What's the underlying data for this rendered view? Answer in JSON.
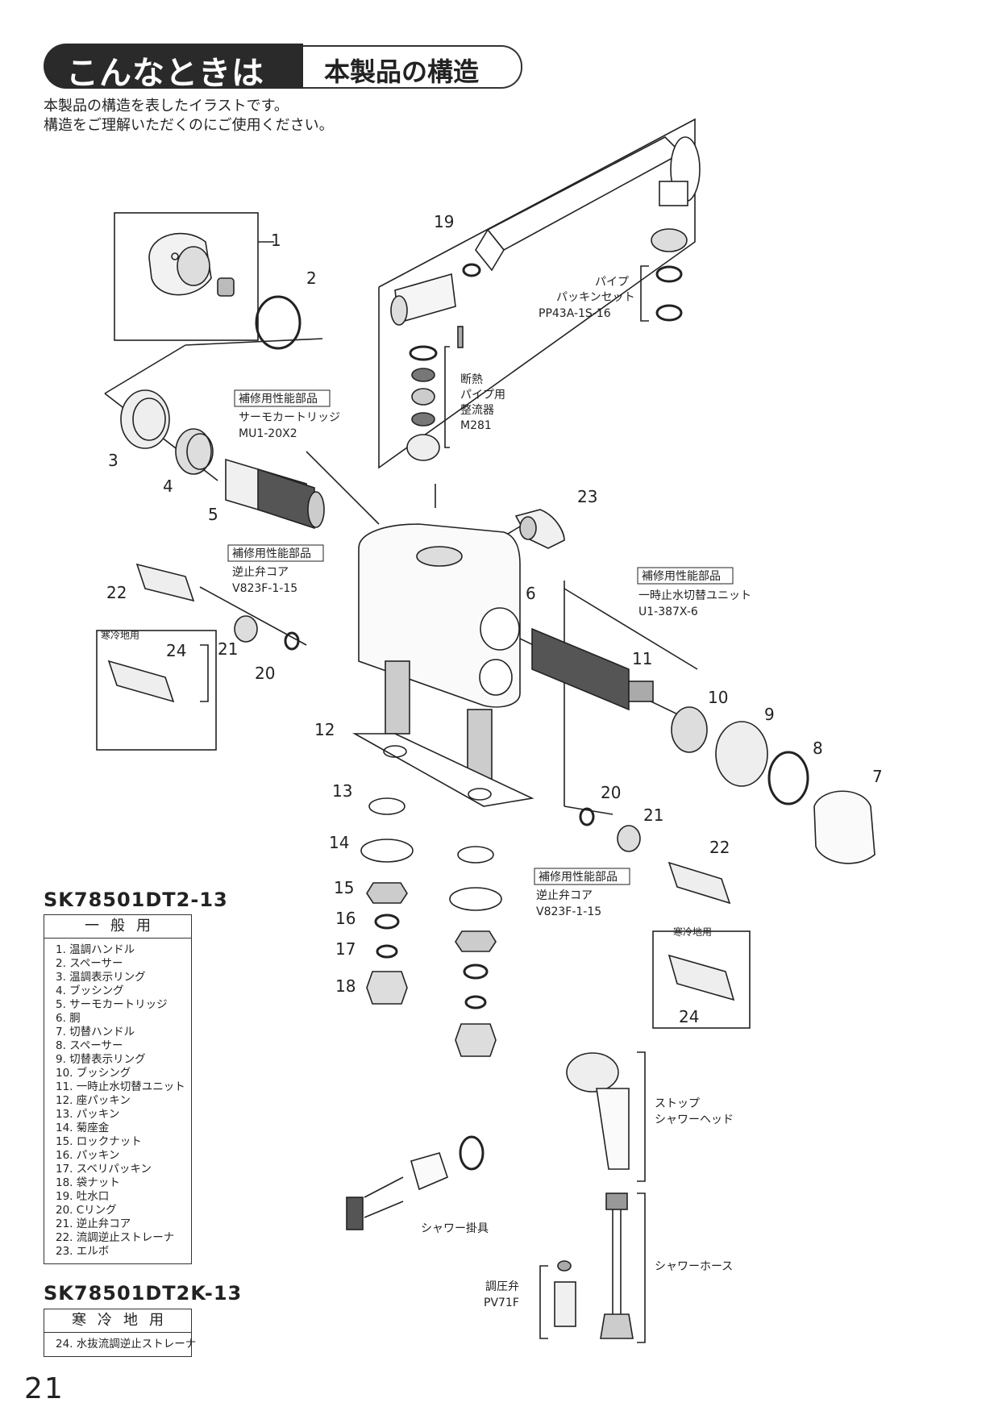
{
  "header": {
    "section": "こんなときは",
    "title": "本製品の構造"
  },
  "intro": {
    "line1": "本製品の構造を表したイラストです。",
    "line2": "構造をご理解いただくのにご使用ください。"
  },
  "callouts": {
    "n1": "1",
    "n2": "2",
    "n3": "3",
    "n4": "4",
    "n5": "5",
    "n6": "6",
    "n7": "7",
    "n8": "8",
    "n9": "9",
    "n10": "10",
    "n11": "11",
    "n12": "12",
    "n13": "13",
    "n14": "14",
    "n15": "15",
    "n16": "16",
    "n17": "17",
    "n18": "18",
    "n19": "19",
    "n20": "20",
    "n21": "21",
    "n22": "22",
    "n23": "23",
    "n24": "24"
  },
  "labels": {
    "repair_tag": "補修用性能部品",
    "thermo_cartridge": "サーモカートリッジ",
    "thermo_code": "MU1-20X2",
    "check_valve_core": "逆止弁コア",
    "check_valve_code": "V823F-1-15",
    "cold_region": "寒冷地用",
    "switch_unit": "一時止水切替ユニット",
    "switch_unit_code": "U1-387X-6",
    "pipe_packing_1": "パイプ",
    "pipe_packing_2": "パッキンセット",
    "pipe_packing_code": "PP43A-1S-16",
    "aerator_1": "断熱",
    "aerator_2": "パイプ用",
    "aerator_3": "整流器",
    "aerator_code": "M281",
    "shower_head_1": "ストップ",
    "shower_head_2": "シャワーヘッド",
    "shower_holder": "シャワー掛具",
    "shower_hose": "シャワーホース",
    "pressure_valve": "調圧弁",
    "pressure_valve_code": "PV71F"
  },
  "models": {
    "general_model": "SK78501DT2-13",
    "general_header": "一般用",
    "general_parts": [
      "1.  温調ハンドル",
      "2.  スペーサー",
      "3.  温調表示リング",
      "4.  ブッシング",
      "5.  サーモカートリッジ",
      "6.  胴",
      "7.  切替ハンドル",
      "8.  スペーサー",
      "9.  切替表示リング",
      "10.  ブッシング",
      "11.  一時止水切替ユニット",
      "12.  座パッキン",
      "13.  パッキン",
      "14.  菊座金",
      "15.  ロックナット",
      "16.  パッキン",
      "17.  スベリパッキン",
      "18.  袋ナット",
      "19.  吐水口",
      "20.  Cリング",
      "21.  逆止弁コア",
      "22.  流調逆止ストレーナ",
      "23.  エルボ"
    ],
    "cold_model": "SK78501DT2K-13",
    "cold_header": "寒冷地用",
    "cold_parts": [
      "24.  水抜流調逆止ストレーナ"
    ]
  },
  "page_number": "21"
}
